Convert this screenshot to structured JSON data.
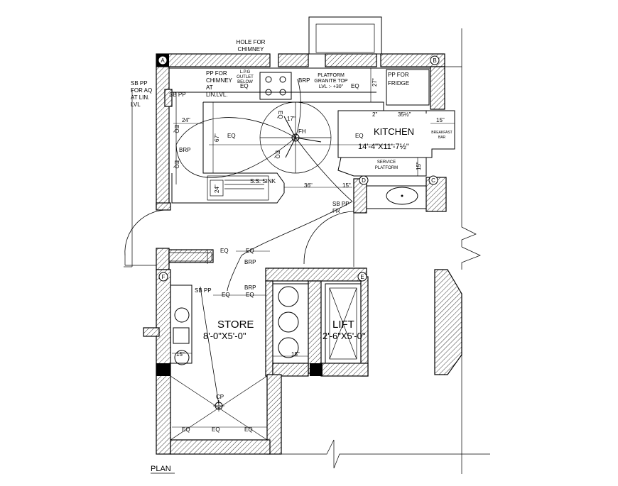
{
  "labels": {
    "hole_for_chimney": [
      "HOLE FOR",
      "CHIMNEY"
    ],
    "sb_pp_aq": [
      "SB PP",
      "FOR AQ",
      "AT LIN.",
      "LVL"
    ],
    "sb_pp_1": "SB PP",
    "pp_chimney": [
      "PP FOR",
      "CHIMNEY",
      "AT",
      "LIN.LVL."
    ],
    "lpg_outlet": [
      "L.P.G",
      "OUTLET",
      "BELOW"
    ],
    "eq": "EQ",
    "brp": "BRP",
    "platform": [
      "PLATFORM",
      "GRANITE TOP",
      "LVL :- +30\""
    ],
    "pp_fridge": [
      "PP FOR",
      "FRIDGE"
    ],
    "kitchen_title": "KITCHEN",
    "kitchen_size": "14'-4\"X11'-7½\"",
    "breakfast_bar": [
      "BREAKFAST",
      "BAR"
    ],
    "service_platform": [
      "SERVICE",
      "PLATFORM"
    ],
    "ss_sink": "S.S. SINK",
    "fh": "FH",
    "sb_pp_fr": [
      "SB PP",
      "FR"
    ],
    "store_title": "STORE",
    "store_size": "8'-0\"X5'-0\"",
    "lift_title": "LIFT",
    "lift_size": "2'-6\"X5'-0\"",
    "cp": "CP",
    "plan": "PLAN",
    "grids": [
      "A",
      "B",
      "C",
      "D",
      "E",
      "F"
    ],
    "dims": {
      "d24": "24\"",
      "d67": "67\"",
      "d17": "17\"",
      "d27": "27\"",
      "d2half": "2\"",
      "d35half": "35½\"",
      "d15": "15\"",
      "d36": "36\"",
      "d24b": "24\""
    }
  }
}
